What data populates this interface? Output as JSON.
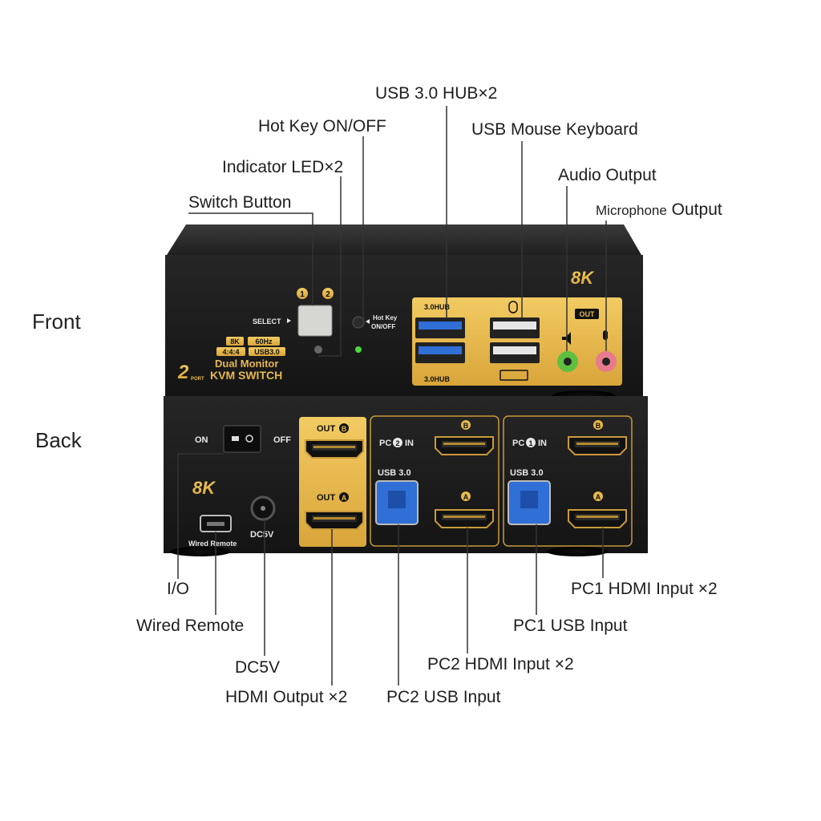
{
  "sections": {
    "front": "Front",
    "back": "Back"
  },
  "front_callouts": {
    "usb_hub": "USB 3.0 HUB×2",
    "hot_key": "Hot Key ON/OFF",
    "usb_mouse_keyboard": "USB Mouse Keyboard",
    "indicator_led": "Indicator LED×2",
    "audio_output": "Audio Output",
    "switch_button": "Switch Button",
    "microphone_output_prefix": "Microphone",
    "microphone_output_suffix": "Output"
  },
  "back_callouts": {
    "io": "I/O",
    "wired_remote": "Wired Remote",
    "dc5v": "DC5V",
    "hdmi_output": "HDMI Output ×2",
    "pc2_usb_input": "PC2 USB Input",
    "pc2_hdmi_input": "PC2 HDMI Input ×2",
    "pc1_usb_input": "PC1 USB Input",
    "pc1_hdmi_input": "PC1 HDMI Input ×2"
  },
  "front_panel": {
    "brand_size": "8K",
    "port_1": "1",
    "port_2": "2",
    "select": "SELECT",
    "hot_key_line1": "Hot Key",
    "hot_key_line2": "ON/OFF",
    "spec_8k": "8K",
    "spec_60hz": "60Hz",
    "spec_444": "4:4:4",
    "spec_usb3": "USB3.0",
    "port_count": "2",
    "port_word": "PORT",
    "product_line1": "Dual Monitor",
    "product_line2": "KVM SWITCH",
    "hub_label_top": "3.0HUB",
    "hub_label_bottom": "3.0HUB",
    "out_badge": "OUT"
  },
  "back_panel": {
    "on": "ON",
    "off": "OFF",
    "brand_size": "8K",
    "wired_remote": "Wired Remote",
    "dc5v": "DC5V",
    "out_b": "OUT",
    "out_a": "OUT",
    "letter_a": "A",
    "letter_b": "B",
    "pc2_prefix": "PC",
    "pc2_num": "2",
    "pc_in": "IN",
    "pc1_prefix": "PC",
    "pc1_num": "1",
    "usb30": "USB 3.0"
  },
  "colors": {
    "panel": "#1c1c1c",
    "gold": "#e7b94a",
    "usb_blue": "#2f6fd6",
    "audio_green": "#5fbf3f",
    "audio_pink": "#e77b8b"
  }
}
